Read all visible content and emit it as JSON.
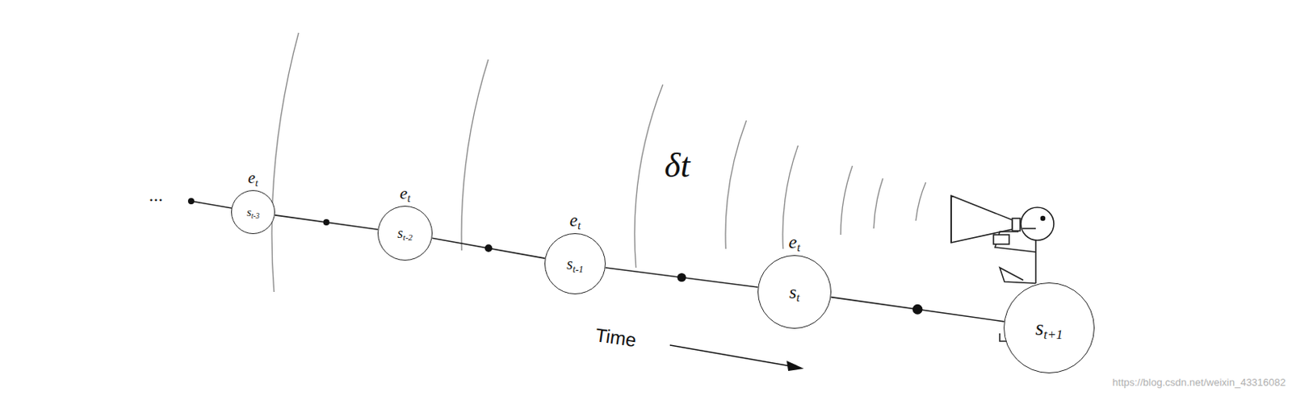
{
  "diagram": {
    "nodes": [
      {
        "text": [
          "et",
          "st-3"
        ]
      },
      {
        "text": [
          "et",
          "st-2"
        ]
      },
      {
        "text": [
          "et",
          "st-1"
        ]
      },
      {
        "text": [
          "et",
          "st"
        ]
      },
      {
        "text": [
          "st+1"
        ]
      }
    ],
    "edges": [
      {
        "from": 0,
        "to": 1,
        "arrow": "none"
      },
      {
        "from": 1,
        "to": 2,
        "arrow": "none"
      },
      {
        "from": 2,
        "to": 3,
        "arrow": "none"
      },
      {
        "from": 3,
        "to": 4,
        "arrow": "none"
      }
    ],
    "labels": [
      "...",
      "δt",
      "Time",
      "https://blog.csdn.net/weixin_43316082"
    ]
  }
}
